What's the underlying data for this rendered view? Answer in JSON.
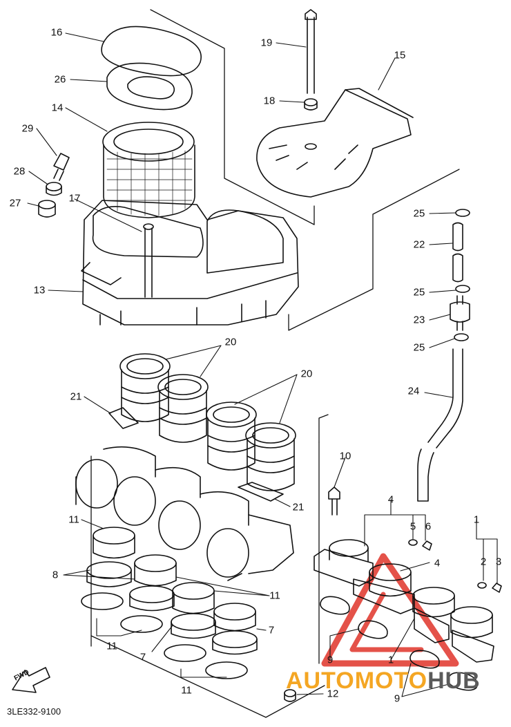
{
  "diagram": {
    "drawing_code": "3LE332-9100",
    "direction_mark": "FWD",
    "watermark": {
      "part1": "AUTOMOTO",
      "part2": "HUB",
      "color_primary": "#f4a623",
      "color_secondary": "#5a5a5a",
      "emblem_color": "#e0342a"
    },
    "labels": [
      "16",
      "26",
      "14",
      "29",
      "28",
      "27",
      "17",
      "13",
      "19",
      "18",
      "15",
      "25",
      "22",
      "25",
      "23",
      "25",
      "24",
      "20",
      "20",
      "21",
      "21",
      "10",
      "4",
      "5",
      "6",
      "4",
      "1",
      "2",
      "3",
      "11",
      "8",
      "11",
      "7",
      "7",
      "11",
      "11",
      "9",
      "1",
      "9",
      "12"
    ]
  }
}
